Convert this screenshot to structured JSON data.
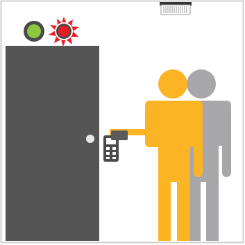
{
  "scene": {
    "description_labels": {
      "green_light": "access-granted-indicator",
      "red_light": "access-denied-indicator",
      "sensor": "ceiling-sensor",
      "door": "door",
      "reader": "card-reader",
      "card": "access-card",
      "person_front": "authorized-person",
      "person_back": "tailgating-person"
    },
    "colors": {
      "frame": "#bdbdbd",
      "door": "#555555",
      "green": "#8dc63f",
      "red": "#ed1c24",
      "person_front": "#fbb424",
      "person_back": "#a7a7a9",
      "reader": "#4b4b4b"
    }
  }
}
